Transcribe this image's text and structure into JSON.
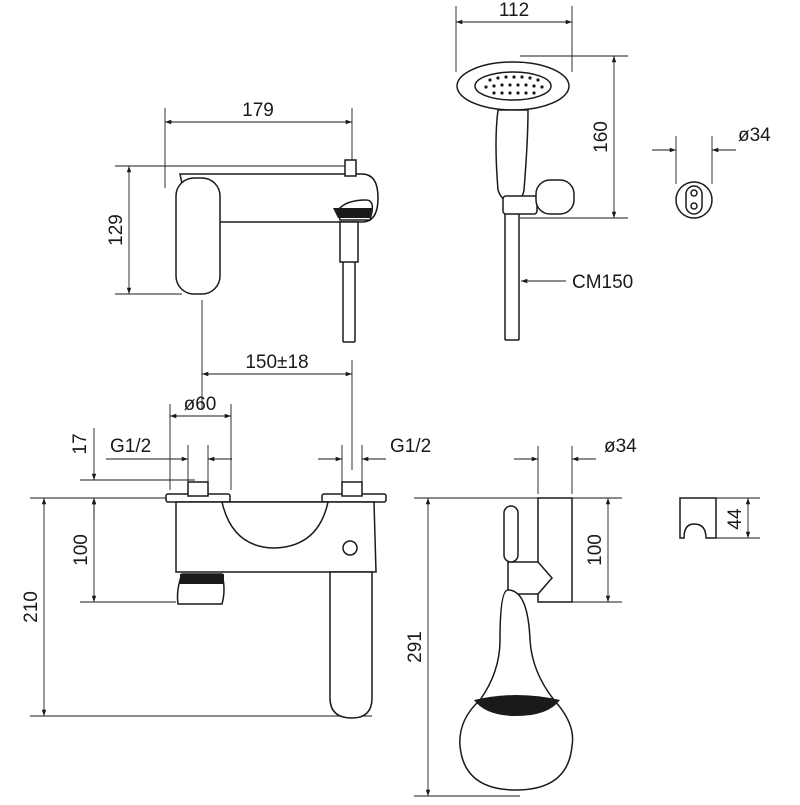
{
  "dimensions": {
    "handshower_width": "112",
    "handshower_height": "160",
    "holder_diameter_top": "ø34",
    "wall_mixer_width": "179",
    "wall_mixer_height": "129",
    "hose": "CM150",
    "pillar_spacing": "150±18",
    "pillar_diameter": "ø60",
    "deck_thickness": "17",
    "thread_left": "G1/2",
    "thread_right": "G1/2",
    "spout_height": "100",
    "total_height": "210",
    "holder_diameter_side": "ø34",
    "holder_height": "100",
    "handshower_total": "291",
    "bracket_height": "44"
  }
}
